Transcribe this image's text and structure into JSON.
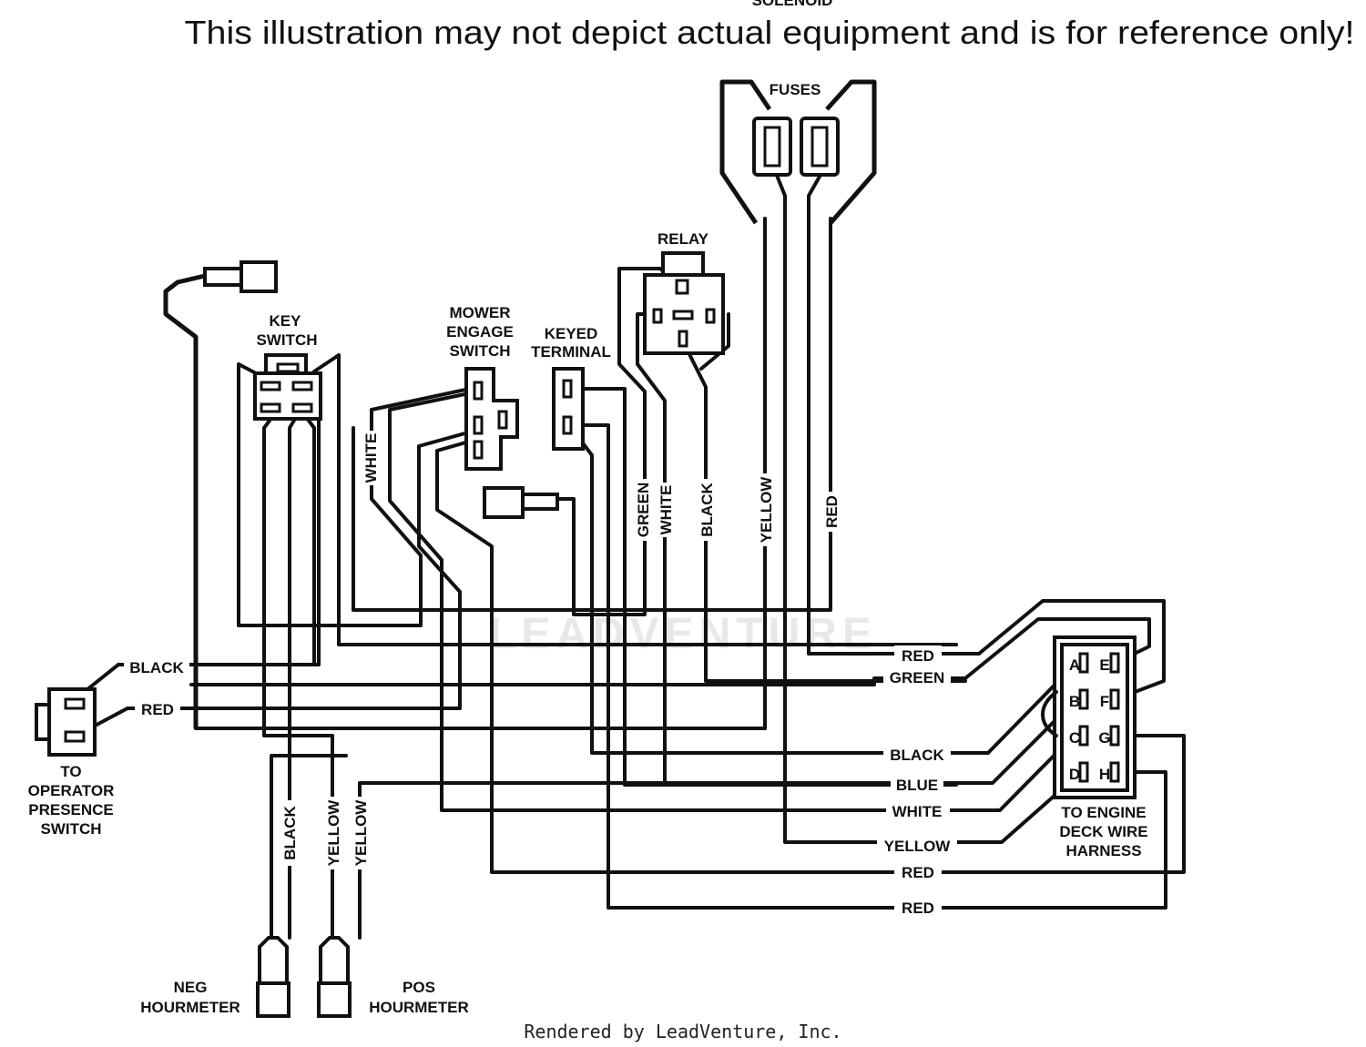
{
  "header": {
    "top_cut_text": "SOLENOID",
    "disclaimer": "This illustration may not depict actual equipment and is for reference only!"
  },
  "watermark": "LEADVENTURE",
  "footer": {
    "credit": "Rendered by LeadVenture, Inc."
  },
  "components": {
    "fuses": "FUSES",
    "relay": "RELAY",
    "key_switch": [
      "KEY",
      "SWITCH"
    ],
    "mower_engage_switch": [
      "MOWER",
      "ENGAGE",
      "SWITCH"
    ],
    "keyed_terminal": [
      "KEYED",
      "TERMINAL"
    ],
    "operator_presence_switch": [
      "TO",
      "OPERATOR",
      "PRESENCE",
      "SWITCH"
    ],
    "engine_deck_harness": [
      "TO ENGINE",
      "DECK WIRE",
      "HARNESS"
    ],
    "neg_hourmeter": [
      "NEG",
      "HOURMETER"
    ],
    "pos_hourmeter": [
      "POS",
      "HOURMETER"
    ]
  },
  "connector_pins": {
    "left": [
      "A",
      "B",
      "C",
      "D"
    ],
    "right": [
      "E",
      "F",
      "G",
      "H"
    ]
  },
  "wire_labels": {
    "left_black": "BLACK",
    "left_red": "RED",
    "vertical_white": "WHITE",
    "vertical_green": "GREEN",
    "vertical_white2": "WHITE",
    "vertical_black": "BLACK",
    "vertical_yellow": "YELLOW",
    "vertical_red": "RED",
    "h_red_1": "RED",
    "h_green": "GREEN",
    "h_black": "BLACK",
    "h_blue": "BLUE",
    "h_white": "WHITE",
    "h_yellow": "YELLOW",
    "h_red_2": "RED",
    "h_red_3": "RED",
    "hm_black": "BLACK",
    "hm_yellow_1": "YELLOW",
    "hm_yellow_2": "YELLOW"
  }
}
